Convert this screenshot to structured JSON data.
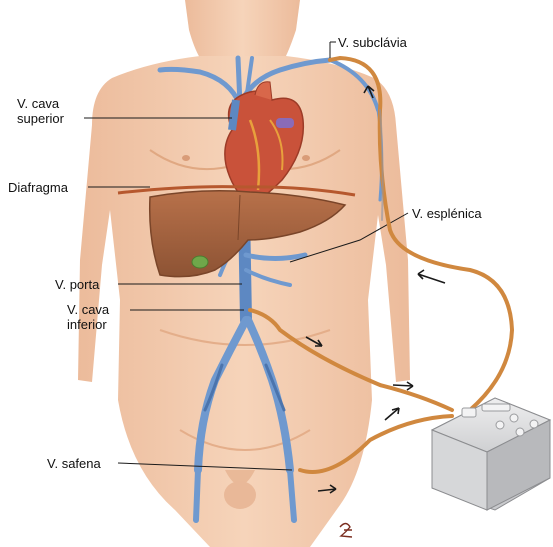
{
  "labels": {
    "subclavia": "V. subclávia",
    "cava_superior_1": "V. cava",
    "cava_superior_2": "superior",
    "diafragma": "Diafragma",
    "esplenica": "V. esplénica",
    "porta": "V. porta",
    "cava_inferior_1": "V. cava",
    "cava_inferior_2": "inferior",
    "safena": "V. safena"
  },
  "colors": {
    "skin": "#f4cdb0",
    "skin_shade": "#e9b38f",
    "vein": "#6f99cf",
    "vein_dark": "#4b74ad",
    "liver": "#a4623d",
    "heart": "#c9523a",
    "tube": "#d0883f",
    "pump": "#d9dadc"
  }
}
